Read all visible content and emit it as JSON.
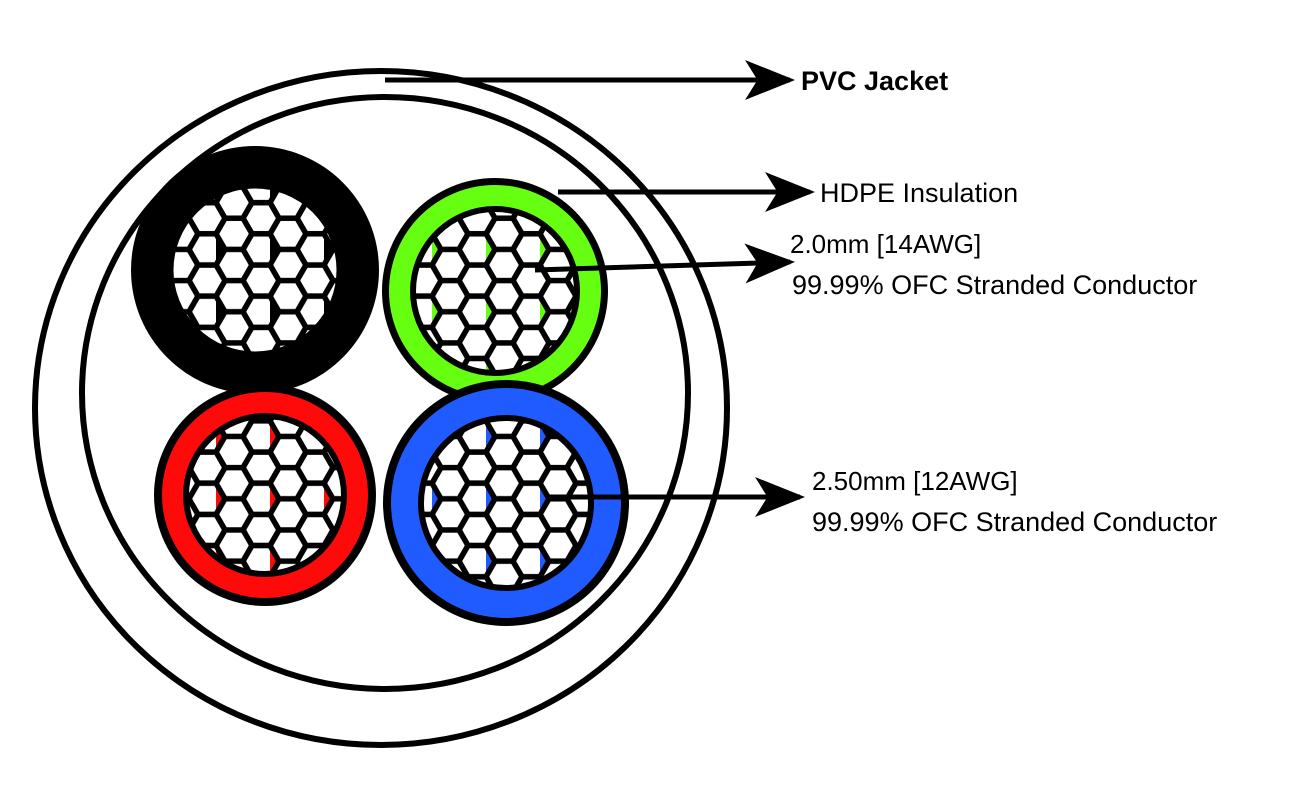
{
  "diagram": {
    "subject": "cable-cross-section",
    "labels": {
      "jacket": "PVC Jacket",
      "insulation": "HDPE Insulation",
      "conductor_small_size": "2.0mm [14AWG]",
      "conductor_small_desc": "99.99% OFC Stranded Conductor",
      "conductor_large_size": "2.50mm [12AWG]",
      "conductor_large_desc": "99.99% OFC Stranded Conductor"
    },
    "conductors": [
      {
        "id": "black",
        "color": "#000000",
        "position": "top-left"
      },
      {
        "id": "green",
        "color": "#66ff11",
        "position": "top-right"
      },
      {
        "id": "red",
        "color": "#ff0a0a",
        "position": "bottom-left"
      },
      {
        "id": "blue",
        "color": "#1f5bff",
        "position": "bottom-right"
      }
    ],
    "line_color": "#000000",
    "background": "#ffffff"
  }
}
